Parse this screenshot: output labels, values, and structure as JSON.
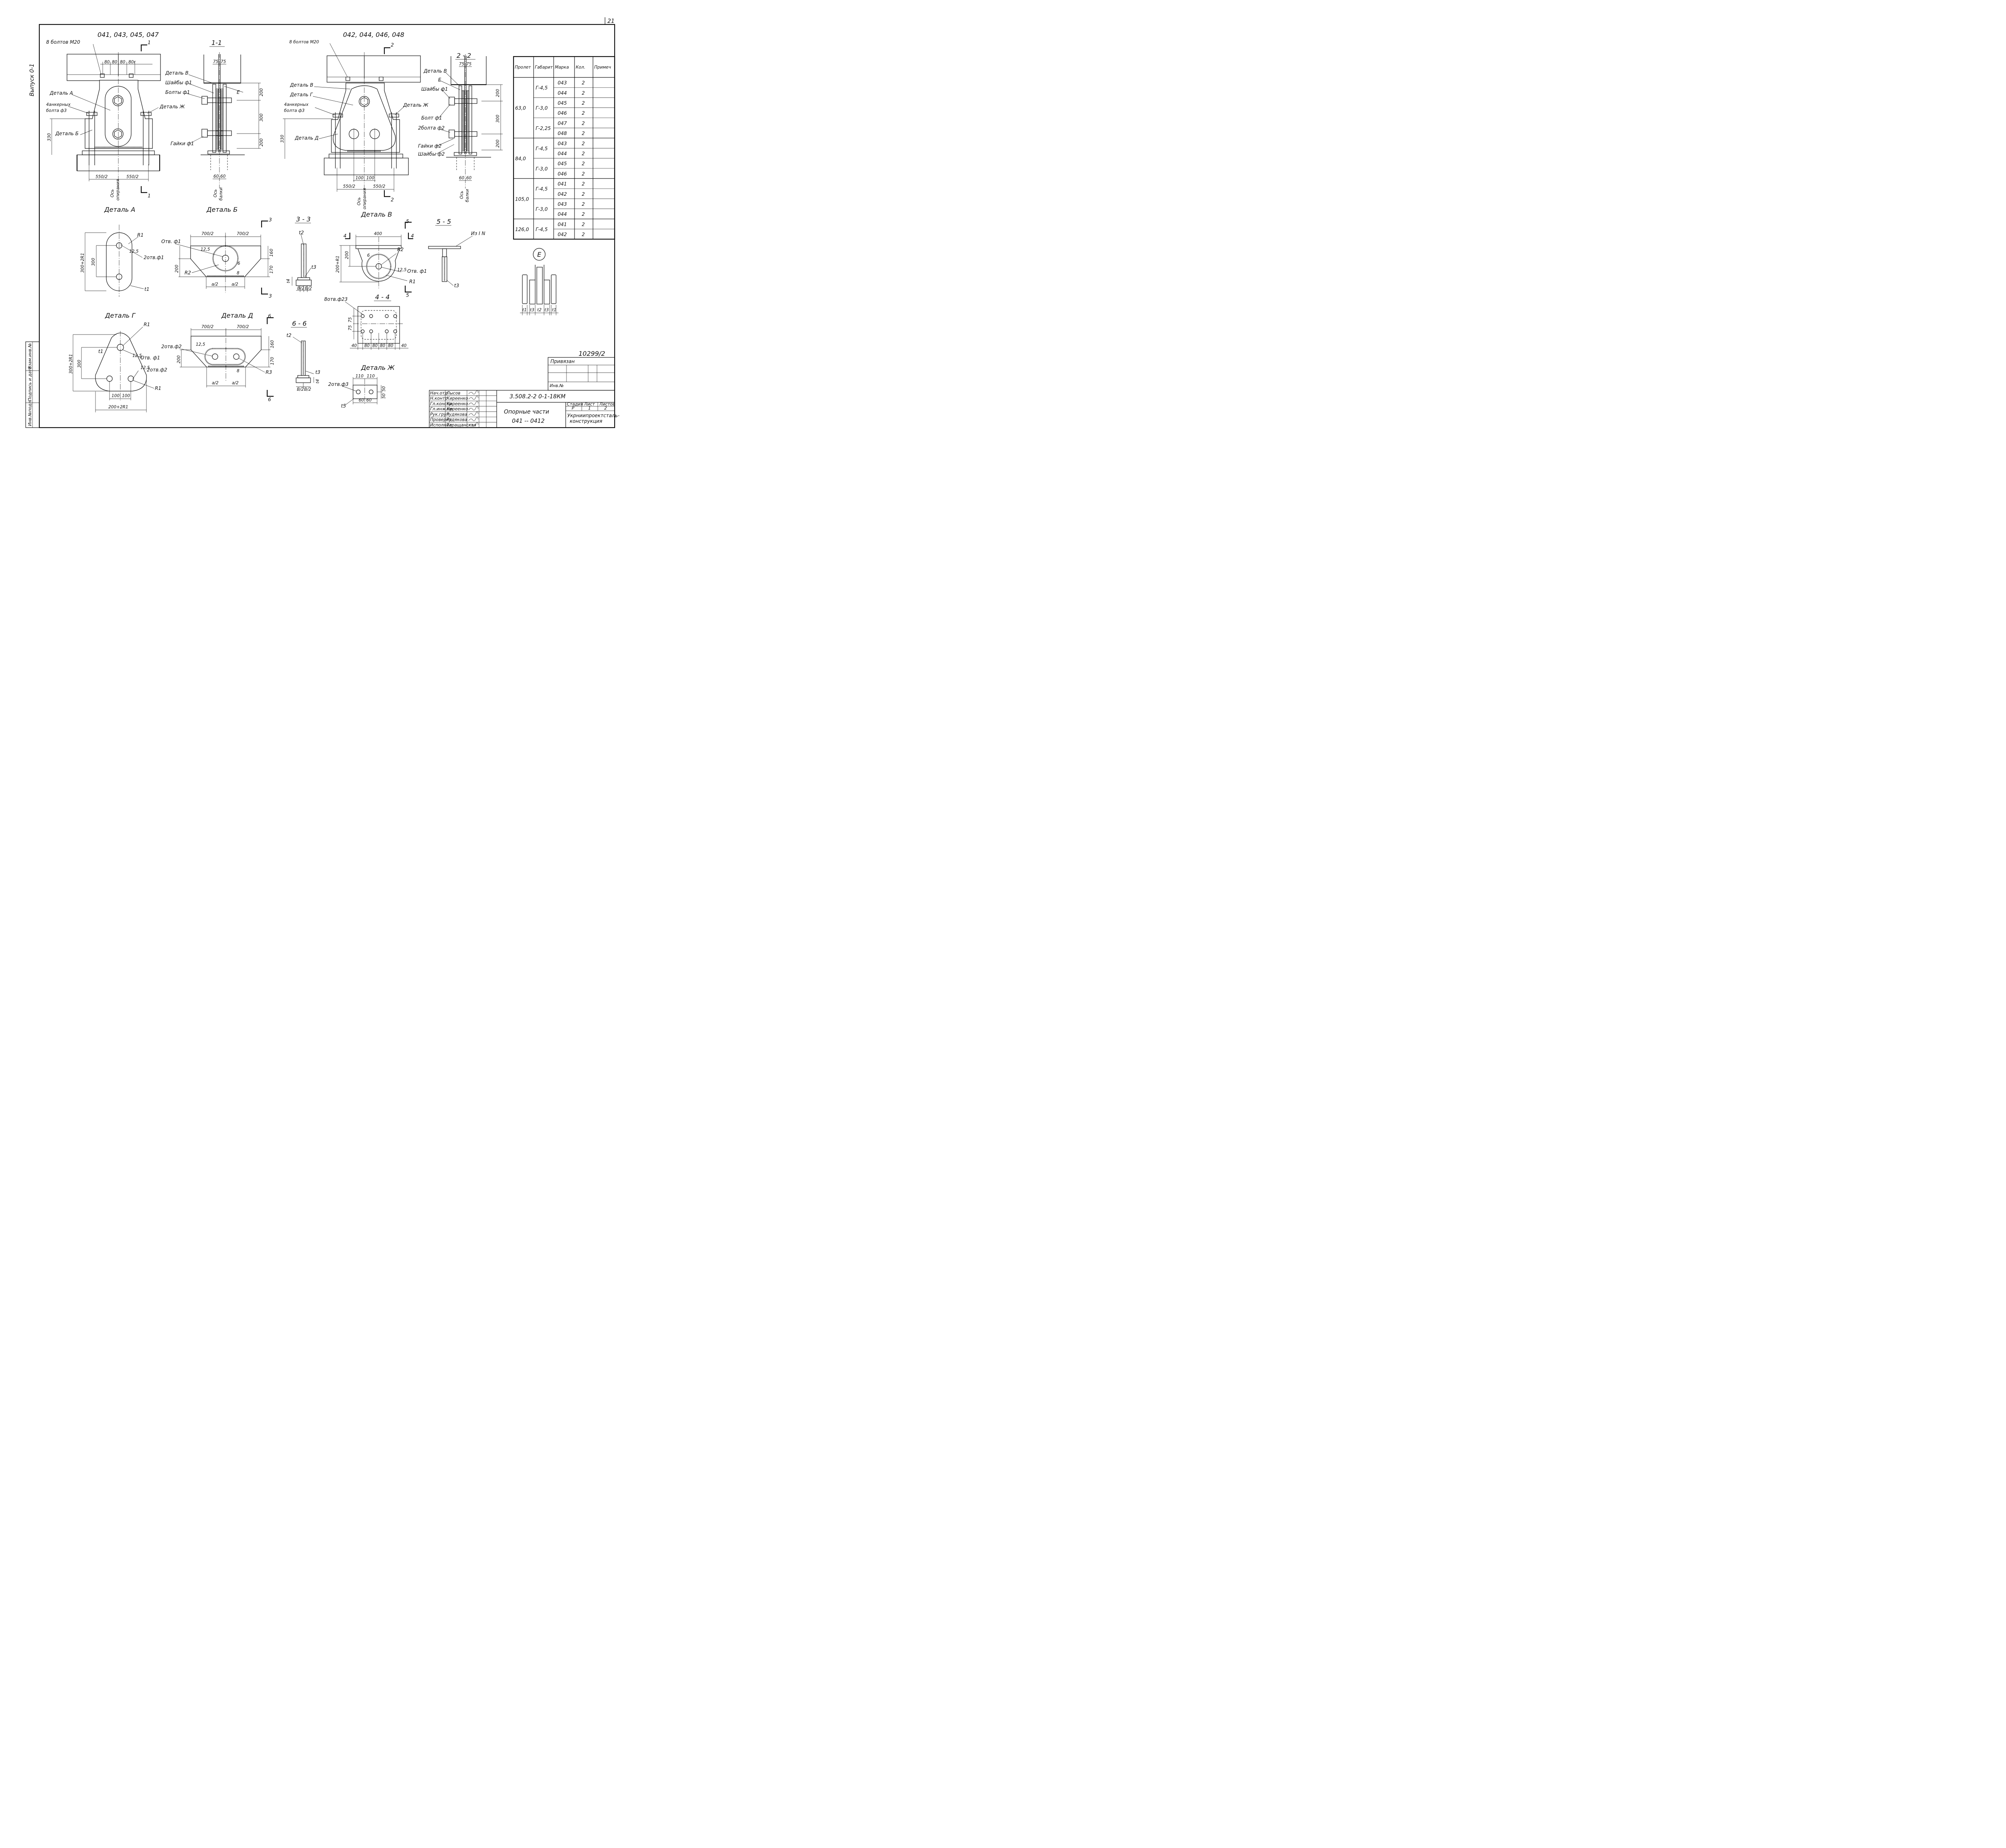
{
  "sheet": {
    "number": "21",
    "series": "Выпуск 0-1",
    "binding_number": "10299/2"
  },
  "views": {
    "front_odd": {
      "title": "041, 043, 045, 047",
      "section_mark": "1"
    },
    "section_1": {
      "title": "1-1"
    },
    "front_even": {
      "title": "042, 044, 046, 048",
      "section_mark": "2"
    },
    "section_2": {
      "title": "2 - 2"
    },
    "detail_a": {
      "title": "Деталь А"
    },
    "detail_b": {
      "title": "Деталь Б",
      "section_mark": "3"
    },
    "section_3": {
      "title": "3 - 3"
    },
    "detail_v": {
      "title": "Деталь В",
      "section_mark": "5",
      "cut_mark": "4"
    },
    "section_5": {
      "title": "5 - 5"
    },
    "detail_g": {
      "title": "Деталь Г"
    },
    "detail_d": {
      "title": "Деталь Д",
      "section_mark": "6"
    },
    "section_6": {
      "title": "6 - 6"
    },
    "section_4": {
      "title": "4 - 4"
    },
    "detail_zh": {
      "title": "Деталь Ж"
    },
    "node_e": {
      "title": "Е"
    }
  },
  "labels": {
    "bolts_m20": "8 болтов М20",
    "detail_a": "Деталь А",
    "detail_b": "Деталь Б",
    "detail_v": "Деталь В",
    "detail_g": "Деталь Г",
    "detail_d": "Деталь Д",
    "detail_zh": "Деталь Ж",
    "anchor_bolts_1": "4анкерных",
    "anchor_bolts_2": "болта ф3",
    "washers_f1": "Шайбы ф1",
    "bolts_f1": "Болты ф1",
    "bolt_f1": "Болт ф1",
    "nuts_f1": "Гайки ф1",
    "nuts_f2": "Гайки ф2",
    "washers_f2": "Шайбы ф2",
    "bolts_2f2": "2болта ф2",
    "e": "Е",
    "beam_axis_1": "Ось",
    "beam_axis_2": "балки",
    "support_axis_1": "Ось",
    "support_axis_2": "опирания",
    "hole_f1": "Отв. ф1",
    "holes_2f1": "2отв.ф1",
    "holes_2f2": "2отв.ф2",
    "holes_2f3": "2отв.ф3",
    "holes_8f23": "8отв.ф23",
    "from_i": "Из I N",
    "r1": "R1",
    "r2": "R2",
    "r3": "R3",
    "t1": "t1",
    "t2": "t2",
    "t3": "t3",
    "t4": "t4",
    "t5": "t5",
    "dims": {
      "d80": "80",
      "d80r": "80r",
      "d75": "75",
      "d200": "200",
      "d300": "300",
      "d330": "330",
      "d550_2": "550/2",
      "d60": "60",
      "d100": "100",
      "d700_2": "700/2",
      "d160": "160",
      "d170": "170",
      "d125": "12,5",
      "d6": "6",
      "d8": "8",
      "d400": "400",
      "d40": "40",
      "d110": "110",
      "d50": "50",
      "a2": "a/2",
      "b2": "B/2",
      "d300_2r1": "300+2R1",
      "d200_r1": "200+R1",
      "d200_2r1": "200+2R1"
    }
  },
  "spec_table": {
    "headers": [
      "Пролет",
      "Габарит",
      "Марка",
      "Кол.",
      "Примеч"
    ],
    "groups": [
      {
        "span": "63,0",
        "subgroups": [
          {
            "gabarit": "Г-4,5",
            "rows": [
              [
                "043",
                "2"
              ],
              [
                "044",
                "2"
              ]
            ]
          },
          {
            "gabarit": "Г-3,0",
            "rows": [
              [
                "045",
                "2"
              ],
              [
                "046",
                "2"
              ]
            ]
          },
          {
            "gabarit": "Г-2,25",
            "rows": [
              [
                "047",
                "2"
              ],
              [
                "048",
                "2"
              ]
            ]
          }
        ]
      },
      {
        "span": "84,0",
        "subgroups": [
          {
            "gabarit": "Г-4,5",
            "rows": [
              [
                "043",
                "2"
              ],
              [
                "044",
                "2"
              ]
            ]
          },
          {
            "gabarit": "Г-3,0",
            "rows": [
              [
                "045",
                "2"
              ],
              [
                "046",
                "2"
              ]
            ]
          }
        ]
      },
      {
        "span": "105,0",
        "subgroups": [
          {
            "gabarit": "Г-4,5",
            "rows": [
              [
                "041",
                "2"
              ],
              [
                "042",
                "2"
              ]
            ]
          },
          {
            "gabarit": "Г-3,0",
            "rows": [
              [
                "043",
                "2"
              ],
              [
                "044",
                "2"
              ]
            ]
          }
        ]
      },
      {
        "span": "126,0",
        "subgroups": [
          {
            "gabarit": "Г-4,5",
            "rows": [
              [
                "041",
                "2"
              ],
              [
                "042",
                "2"
              ]
            ]
          }
        ]
      }
    ]
  },
  "binding_block": {
    "title": "Привязан",
    "inv": "Инв.№"
  },
  "side_stamp": [
    "Инв.№подл.",
    "Подпись и дата",
    "Взам.инв.№"
  ],
  "title_block": {
    "code": "3.508.2-2 0-1-18КМ",
    "name_1": "Опорные части",
    "name_2": "041 -- 0412",
    "stage_label": "Стадия",
    "sheet_label": "Лист",
    "sheets_label": "Листов",
    "stage": "Р",
    "sheet": "1",
    "sheets": "2",
    "org_1": "Укрниипроектсталь-",
    "org_2": "конструкция",
    "roles": [
      {
        "role": "Нач.отд",
        "name": "Лысов"
      },
      {
        "role": "Н.контр",
        "name": "Киреенко"
      },
      {
        "role": "Гл.констр",
        "name": "Киреенко"
      },
      {
        "role": "Гл.инж.пр",
        "name": "Киреенко"
      },
      {
        "role": "Рук.груп",
        "name": "Рудякова"
      },
      {
        "role": "Проверил",
        "name": "Рудякова"
      },
      {
        "role": "Исполнил",
        "name": "Таращанская"
      }
    ]
  }
}
